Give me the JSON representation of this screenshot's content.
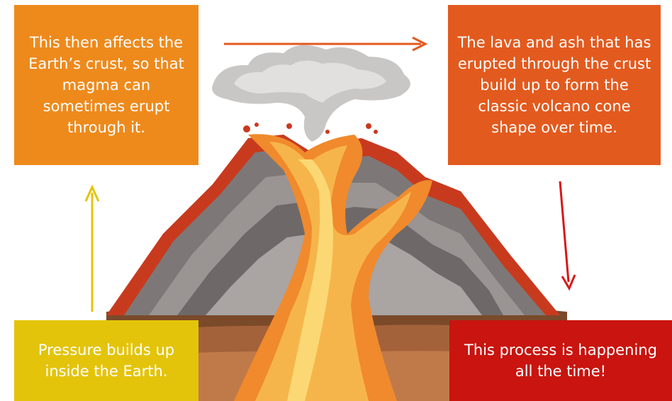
{
  "steps": {
    "affects_crust": "This then affects the Earth’s crust, so that magma can sometimes erupt through it.",
    "cone_forms": "The lava and ash that has erupted through the crust build up to form the classic volcano cone shape over time.",
    "pressure": "Pressure builds up inside the Earth.",
    "ongoing": "This process is happening all the time!"
  },
  "colors": {
    "orange": "#ee8a1c",
    "red_orange": "#e35a1e",
    "yellow": "#e3c40a",
    "red": "#c9140f",
    "lava": "#f39a2e",
    "rock": "#8a8482"
  },
  "icons": [
    "arrow-up-icon",
    "arrow-right-icon",
    "arrow-down-icon",
    "volcano-illustration"
  ]
}
